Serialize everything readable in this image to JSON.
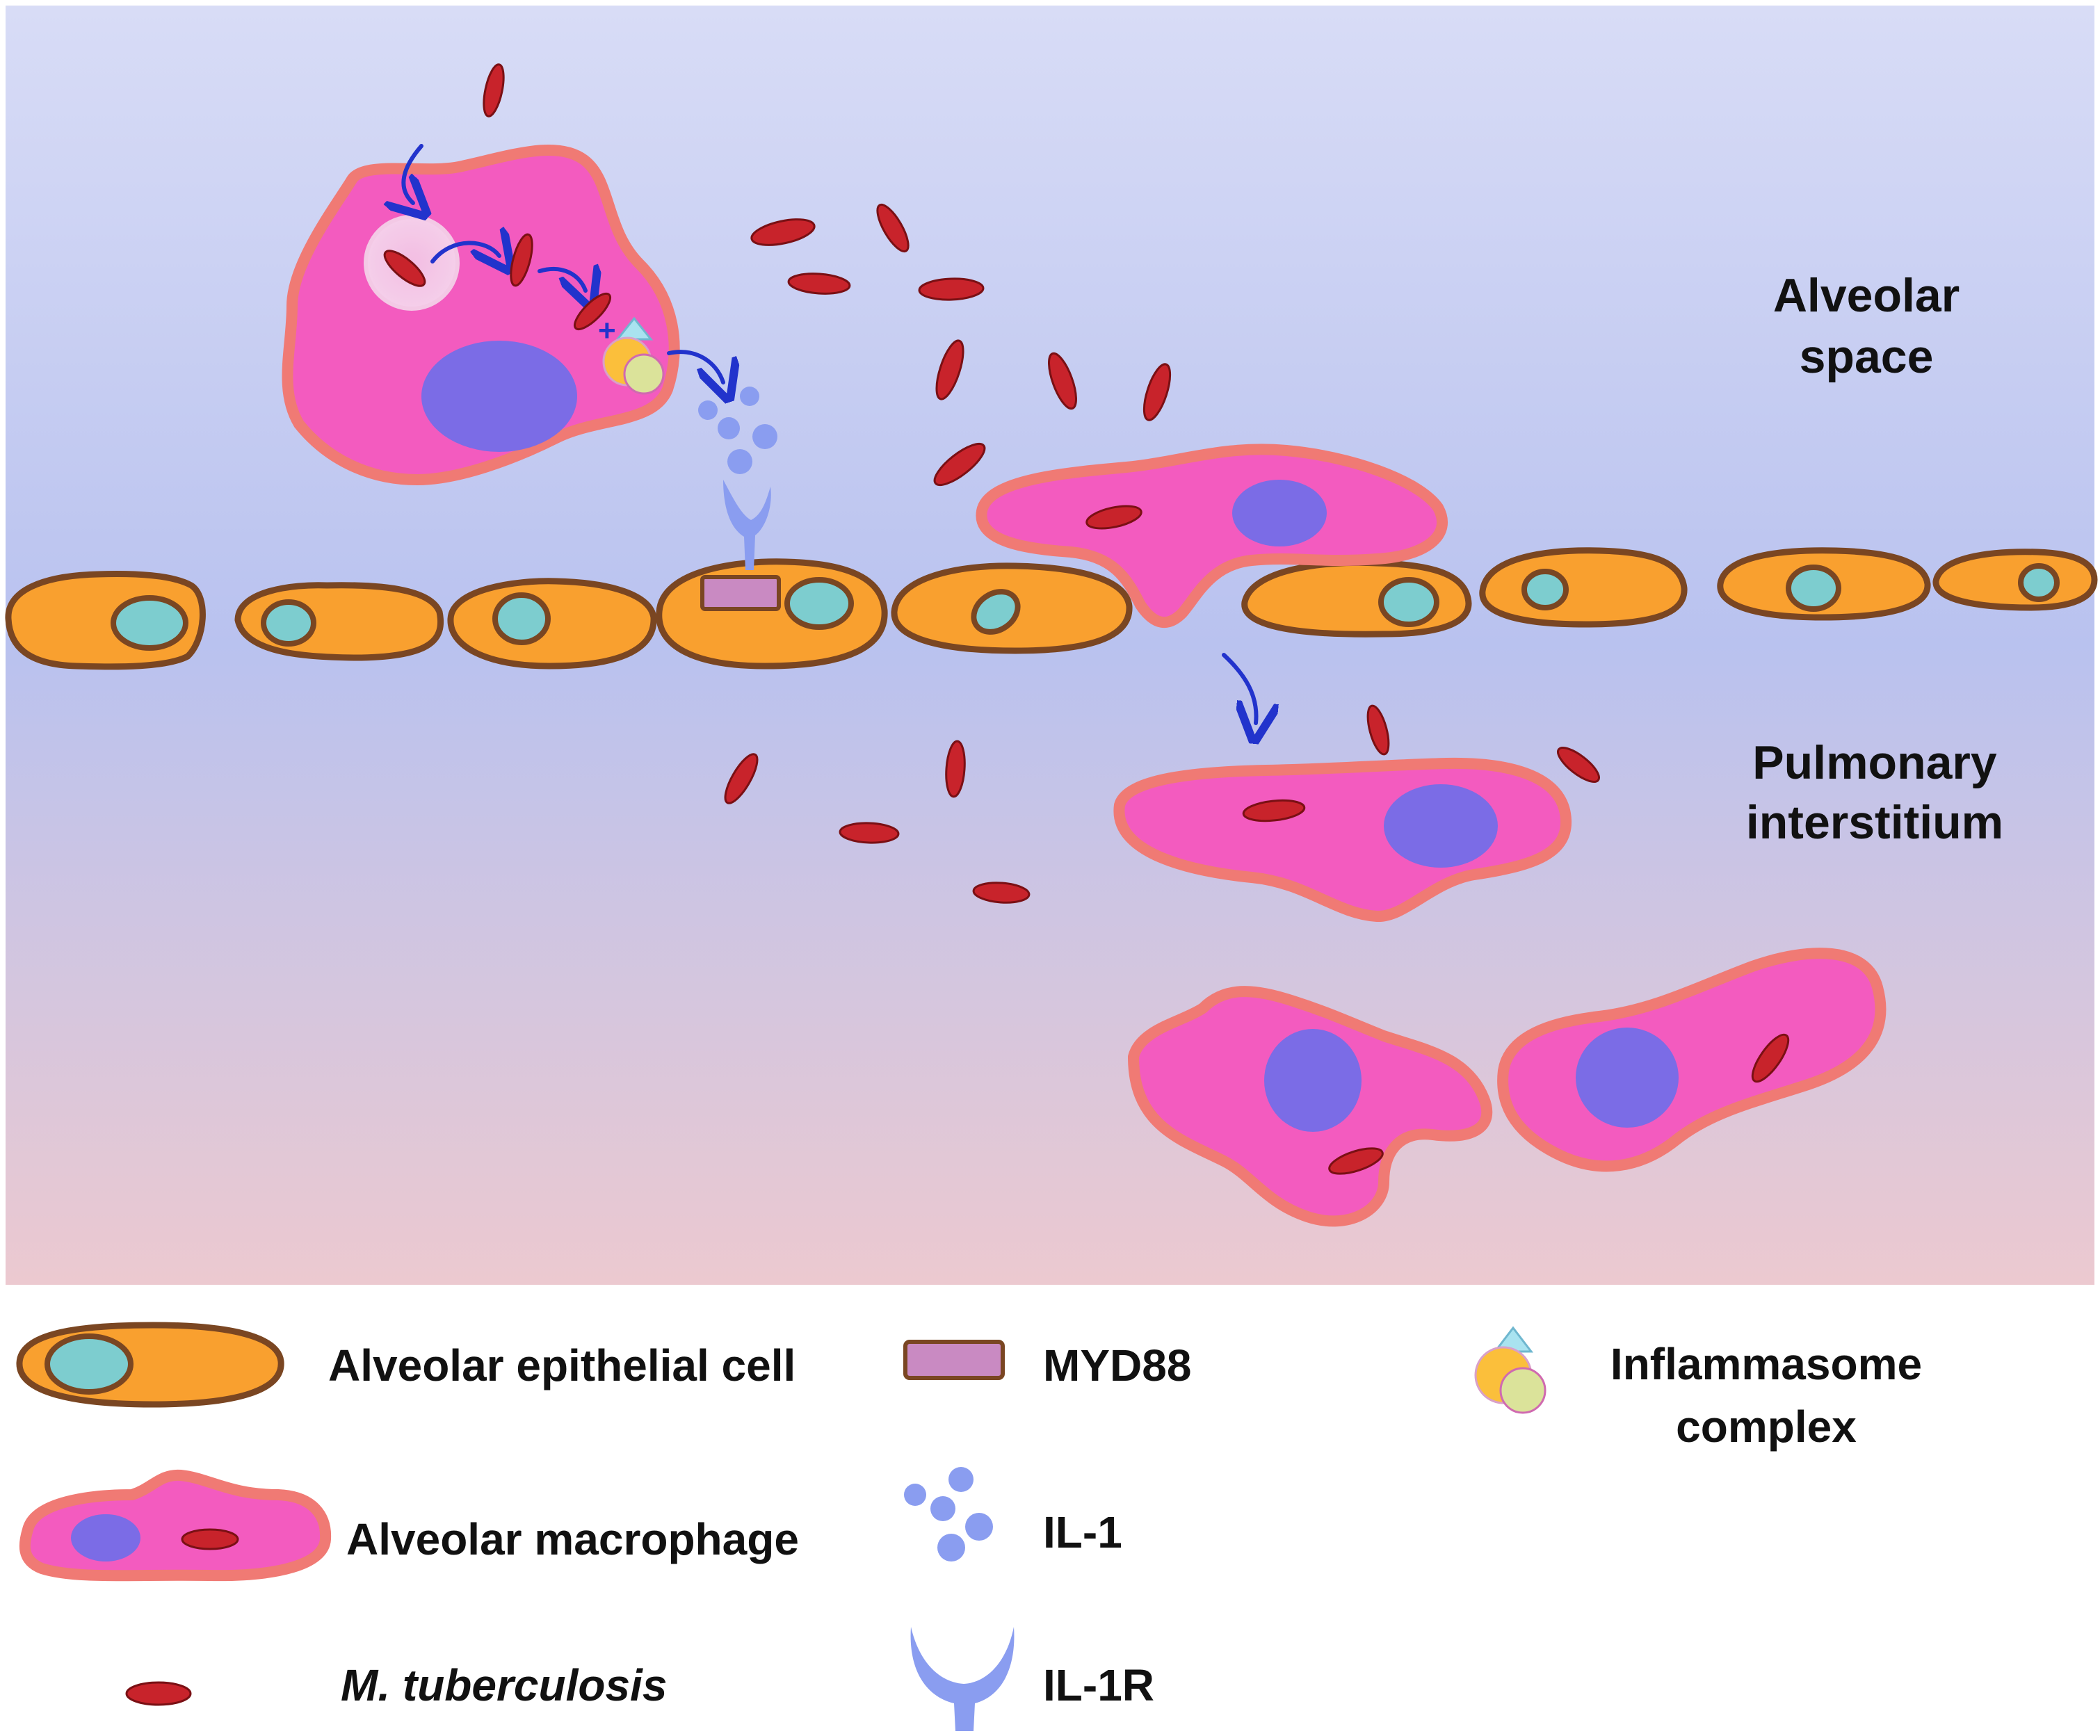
{
  "regions": {
    "alveolar_space": [
      "Alveolar",
      "space"
    ],
    "pulmonary_interstitium": [
      "Pulmonary",
      "interstitium"
    ]
  },
  "legend": {
    "epithelial": "Alveolar epithelial cell",
    "myd88": "MYD88",
    "inflammasome": [
      "Inflammasome",
      "complex"
    ],
    "macrophage": "Alveolar macrophage",
    "il1": "IL-1",
    "mtb": "M. tuberculosis",
    "il1r": "IL-1R"
  },
  "icons": {
    "plus": "+"
  },
  "colors": {
    "background_top": "#d8dcf6",
    "background_mid": "#b9c2ef",
    "background_bottom": "#ecc9d0",
    "epithelial_fill": "#f9a02f",
    "epithelial_outline": "#7a4622",
    "epithelial_nucleus": "#7dcdcf",
    "macrophage_fill": "#f35bbf",
    "macrophage_outline": "#f07a74",
    "macrophage_nucleus": "#7b6ce6",
    "bacteria": "#c8232b",
    "bacteria_outline": "#7a1014",
    "il1": "#8a9df0",
    "il1r": "#8a9df0",
    "myd88_fill": "#c98ac2",
    "myd88_outline": "#7a4622",
    "arrow": "#2233cc",
    "inflammasome_triangle": "#a9e3f0",
    "inflammasome_orange": "#fbbf3b",
    "inflammasome_green": "#dbe39a"
  }
}
